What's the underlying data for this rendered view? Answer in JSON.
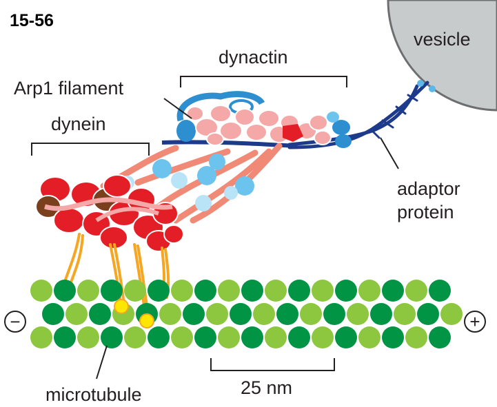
{
  "figure_number": "15-56",
  "labels": {
    "vesicle": "vesicle",
    "dynactin": "dynactin",
    "arp1": "Arp1 filament",
    "dynein": "dynein",
    "adaptor_line1": "adaptor",
    "adaptor_line2": "protein",
    "microtubule": "microtubule",
    "scale": "25 nm",
    "minus": "−",
    "plus": "+"
  },
  "colors": {
    "tubulin_dark": "#009444",
    "tubulin_light": "#8dc63f",
    "dynein_red": "#e41e26",
    "dynein_brown": "#7a3f1d",
    "stalk_orange": "#f5a623",
    "arp1_pink": "#f4a8a8",
    "dynactin_blue": "#2e8fd0",
    "light_blue": "#6cc4ee",
    "adaptor_navy": "#1e3a8a",
    "vesicle_gray": "#c8cbcb",
    "binding_yellow": "#ffe600"
  }
}
